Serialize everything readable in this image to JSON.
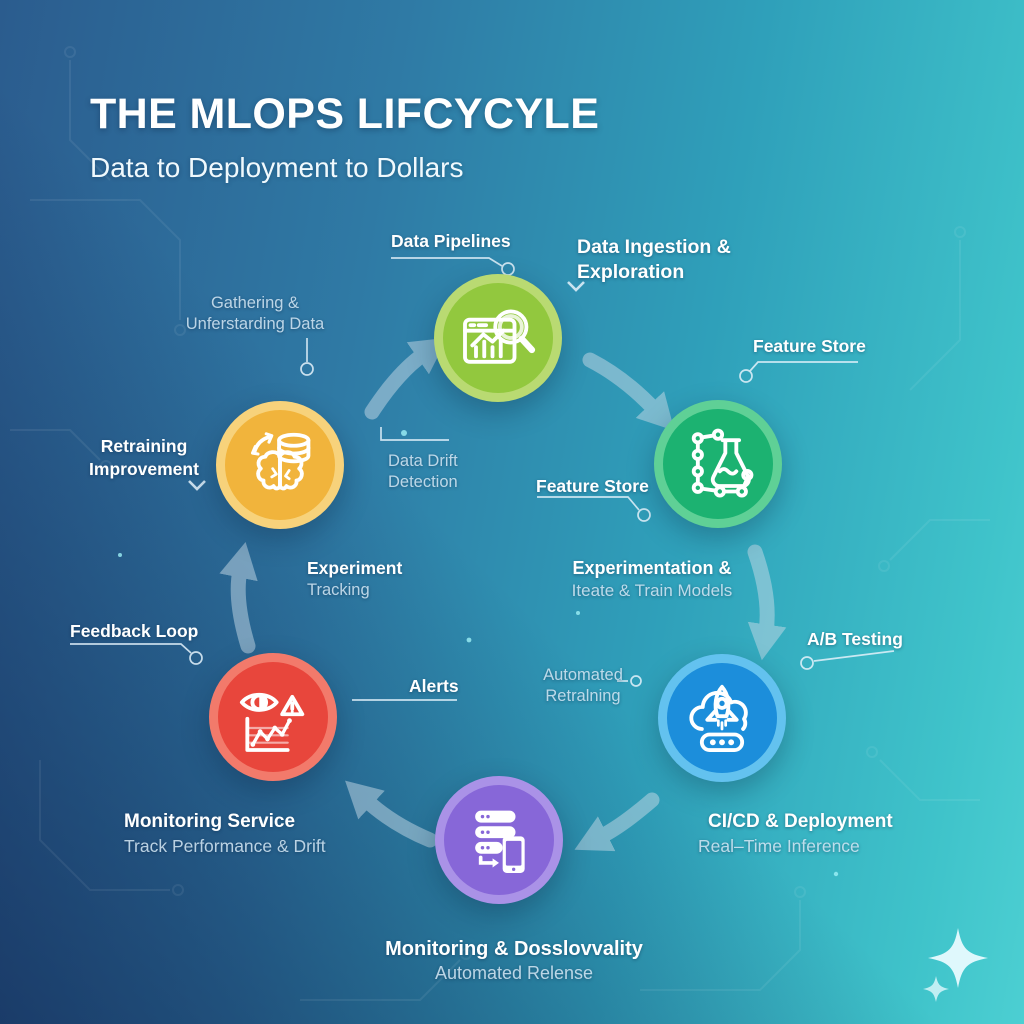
{
  "header": {
    "title": "THE MLOPS LIFCYCYLE",
    "subtitle": "Data to Deployment to Dollars"
  },
  "nodes": {
    "ingestion": {
      "icon": "chart-magnifier-icon",
      "fill": "#92c83e",
      "ring": "#b9da72"
    },
    "features": {
      "icon": "flask-network-icon",
      "fill": "#1cb271",
      "ring": "#5fd096"
    },
    "training": {
      "icon": "brain-database-icon",
      "fill": "#f1b43c",
      "ring": "#f7d27b"
    },
    "deployment": {
      "icon": "rocket-cloud-icon",
      "fill": "#1c8edb",
      "ring": "#63c2ef"
    },
    "monitoring": {
      "icon": "eye-alert-chart-icon",
      "fill": "#e8463c",
      "ring": "#f27a6b"
    },
    "release": {
      "icon": "server-mobile-icon",
      "fill": "#8767d8",
      "ring": "#aa92e7"
    }
  },
  "callouts": {
    "data_pipelines": "Data Pipelines",
    "data_ingestion": {
      "line1": "Data Ingestion &",
      "line2": "Exploration"
    },
    "gathering": {
      "line1": "Gathering &",
      "line2": "Unferstarding Data"
    },
    "feature_store_right": "Feature Store",
    "feature_store_left": "Feature Store",
    "retraining": {
      "line1": "Retraining",
      "line2": "Improvement"
    },
    "data_drift": {
      "line1": "Data Drift",
      "line2": "Detection"
    },
    "experiment_tracking": {
      "line1": "Experiment",
      "line2": "Tracking"
    },
    "experimentation": {
      "line1": "Experimentation &",
      "line2": "Iteate & Train Models"
    },
    "feedback_loop": "Feedback Loop",
    "alerts": "Alerts",
    "automated_retraining": {
      "line1": "Automated",
      "line2": "Retralning"
    },
    "ab_testing": "A/B Testing",
    "cicd": {
      "line1": "CI/CD & Deployment",
      "line2": "Real–Time Inference"
    },
    "monitoring_service": {
      "line1": "Monitoring Service",
      "line2": "Track Performance & Drift"
    },
    "release_caption": {
      "line1": "Monitoring & Dosslovvality",
      "line2": "Automated Relense"
    }
  },
  "colors": {
    "bg_top_left": "#2b5c8e",
    "bg_right_teal": "#4ccfd2",
    "bg_bottom_left_navy": "#16306c",
    "arrow": "#c6dae7",
    "connector": "#e4f2fb",
    "label_bold": "#ffffff",
    "label_light": "#d6e9f6"
  }
}
